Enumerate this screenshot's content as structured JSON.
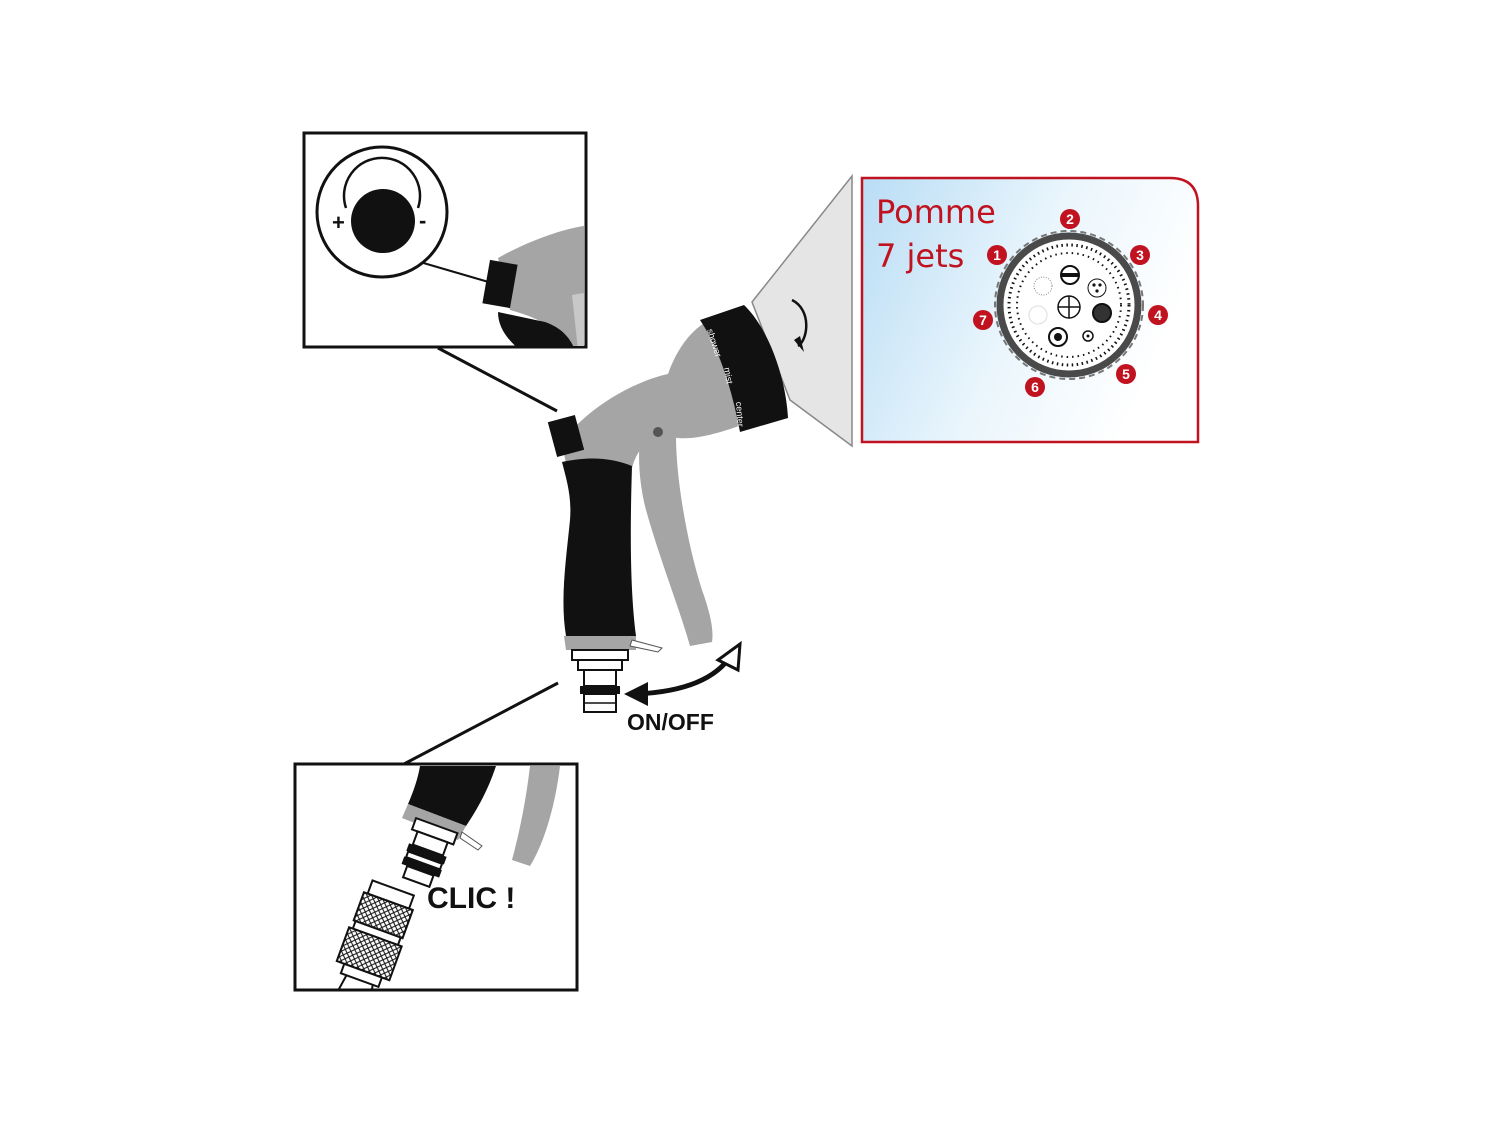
{
  "adjuster_inset": {
    "plus_sign": "+",
    "minus_sign": "-"
  },
  "nozzle_callout": {
    "title_line1": "Pomme",
    "title_line2": "7 jets",
    "jet_numbers": [
      "1",
      "2",
      "3",
      "4",
      "5",
      "6",
      "7"
    ]
  },
  "gun": {
    "ring_labels": [
      "shower",
      "mist",
      "center"
    ]
  },
  "on_off_label": "ON/OFF",
  "connector_inset": {
    "clic_label": "CLIC !"
  },
  "colors": {
    "accent_red": "#c1121f",
    "body_grey": "#a5a5a5",
    "dark": "#111111",
    "panel_blue": "#bfe0f6"
  }
}
